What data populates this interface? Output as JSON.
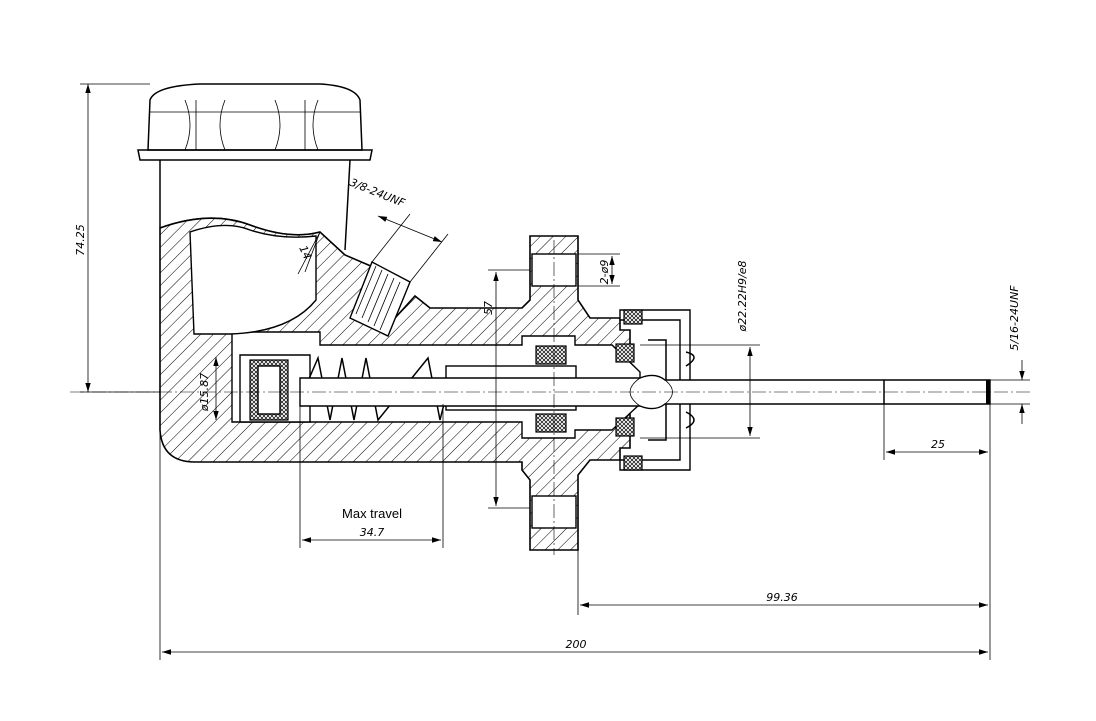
{
  "colors": {
    "line": "#000000",
    "background": "#ffffff"
  },
  "dimensions": {
    "overall_height": "74.25",
    "thread_inlet": "3/8-24UNF",
    "port_angle": "14",
    "flange_holes": "2-ø9",
    "flange_height": "57",
    "bore_fit": "ø22.22H9/e8",
    "thread_rod": "5/16-24UNF",
    "bore_diameter": "ø15.87",
    "rod_length": "25",
    "travel_label": "Max travel",
    "travel": "34.7",
    "flange_to_end": "99.36",
    "overall_length": "200"
  }
}
